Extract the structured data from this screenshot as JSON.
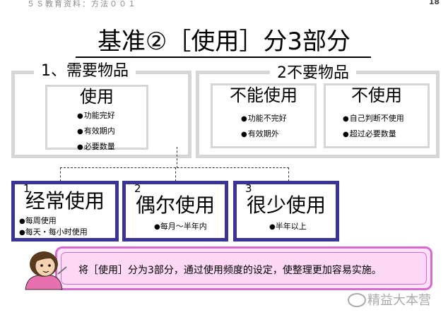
{
  "header": {
    "left_text": "５Ｓ教育资料：方法００１",
    "page_number": "18"
  },
  "title": "基准②［使用］分3部分",
  "group_needed": {
    "label": "1、需要物品",
    "boxes": [
      {
        "title": "使用",
        "bullets": [
          "功能完好",
          "有效期内",
          "必要数量"
        ]
      }
    ]
  },
  "group_unneeded": {
    "label": "2不要物品",
    "boxes": [
      {
        "title": "不能使用",
        "bullets": [
          "功能不完好",
          "有效期外"
        ]
      },
      {
        "title": "不使用",
        "bullets": [
          "自己判断不使用",
          "超过必要数量"
        ]
      }
    ]
  },
  "frequency": [
    {
      "number": "1",
      "title": "经常使用",
      "bullets": [
        "每周使用",
        "每天・每小时使用"
      ]
    },
    {
      "number": "2",
      "title": "偶尔使用",
      "bullets": [
        "每月～半年内"
      ]
    },
    {
      "number": "3",
      "title": "很少使用",
      "bullets": [
        "半年以上"
      ]
    }
  ],
  "note": {
    "text": "将［使用］分为3部分，通过使用频度的设定，使整理更加容易实施。"
  },
  "watermark": "精益大本营",
  "colors": {
    "blue_border": "#3a3497",
    "gray_border": "#d6d6d6",
    "note_pink": "#fdd8f4",
    "note_border": "#d86ad0"
  }
}
